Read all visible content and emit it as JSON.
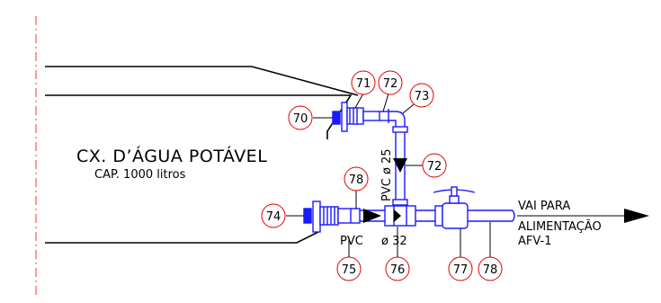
{
  "tank": {
    "title": "CX. D’ÁGUA POTÁVEL",
    "capacity": "CAP. 1000 litros"
  },
  "pipes": {
    "vertical_label": "PVC ø 25",
    "horizontal_material": "PVC",
    "horizontal_diameter": "ø 32"
  },
  "outlet": {
    "line1": "VAI PARA",
    "line2": "ALIMENTAÇÃO",
    "line3": "AFV-1"
  },
  "callouts": {
    "c70": "70",
    "c71": "71",
    "c72a": "72",
    "c73": "73",
    "c72b": "72",
    "c74": "74",
    "c78a": "78",
    "c75": "75",
    "c76": "76",
    "c77": "77",
    "c78b": "78"
  },
  "colors": {
    "pipe": "#1a1aff",
    "callout": "#e00000",
    "outline": "#000000",
    "centerline": "#ff3333"
  }
}
